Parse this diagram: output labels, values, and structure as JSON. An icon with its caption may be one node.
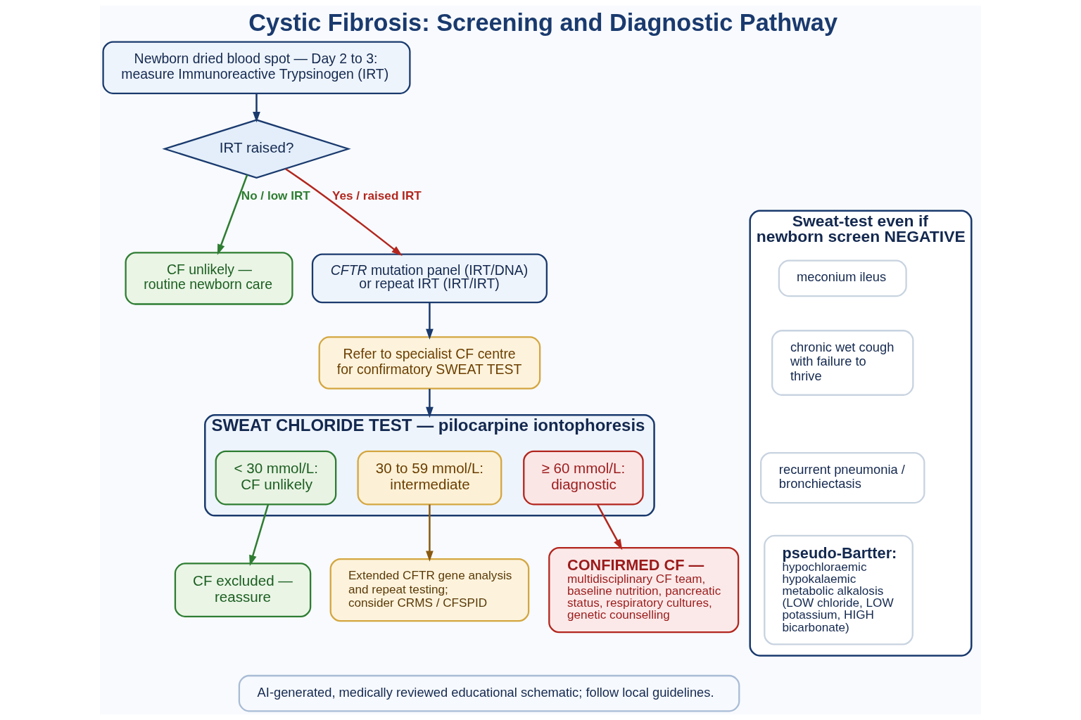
{
  "diagram": {
    "title": "Cystic Fibrosis: Screening and Diagnostic Pathway",
    "nodes": [
      {
        "text": [
          "Newborn dried blood spot — Day 2 to 3: measure Immunoreactive Trypsinogen (IRT)"
        ]
      },
      {
        "text": [
          "IRT raised?"
        ]
      },
      {
        "text": [
          "CF unlikely — routine newborn care"
        ]
      },
      {
        "text": [
          "*CFTR* mutation panel (IRT/DNA) or repeat IRT (IRT/IRT)"
        ]
      },
      {
        "text": [
          "Refer to specialist CF centre for confirmatory SWEAT TEST"
        ]
      },
      {
        "text": [
          "SWEAT CHLORIDE TEST — pilocarpine iontophoresis"
        ]
      },
      {
        "text": [
          "< 30 mmol/L: CF unlikely"
        ],
        "in": 5
      },
      {
        "text": [
          "30 to 59 mmol/L: intermediate"
        ],
        "in": 5
      },
      {
        "text": [
          "≥ 60 mmol/L: diagnostic"
        ],
        "in": 5
      },
      {
        "text": [
          "CF excluded — reassure"
        ]
      },
      {
        "text": [
          "Extended CFTR gene analysis and repeat testing; consider CRMS / CFSPID"
        ]
      },
      {
        "text": [
          "CONFIRMED CF —",
          "multidisciplinary CF team, baseline nutrition, pancreatic status, respiratory cultures, genetic counselling"
        ]
      },
      {
        "text": [
          "Sweat-test even if newborn screen NEGATIVE"
        ]
      },
      {
        "text": [
          "meconium ileus"
        ],
        "in": 12
      },
      {
        "text": [
          "chronic wet cough with failure to thrive"
        ],
        "in": 12
      },
      {
        "text": [
          "recurrent pneumonia / bronchiectasis"
        ],
        "in": 12
      },
      {
        "text": [
          "pseudo-Bartter:",
          "hypochloraemic hypokalaemic metabolic alkalosis (LOW chloride, LOW potassium, HIGH bicarbonate)"
        ],
        "in": 12
      },
      {
        "text": [
          "AI-generated, medically reviewed educational schematic; follow local guidelines."
        ]
      }
    ],
    "edges": [
      {
        "from": 0,
        "to": 1,
        "arrow": "to"
      },
      {
        "from": 1,
        "to": 2,
        "arrow": "to",
        "label": "No / low IRT",
        "color": "#2e7d32"
      },
      {
        "from": 1,
        "to": 3,
        "arrow": "to",
        "label": "Yes / raised IRT",
        "color": "#b3261e"
      },
      {
        "from": 3,
        "to": 4,
        "arrow": "to"
      },
      {
        "from": 4,
        "to": 5,
        "arrow": "to"
      },
      {
        "from": 6,
        "to": 9,
        "arrow": "to",
        "color": "#2e7d32"
      },
      {
        "from": 7,
        "to": 10,
        "arrow": "to",
        "color": "#8a5a12"
      },
      {
        "from": 8,
        "to": 11,
        "arrow": "to",
        "color": "#b3261e"
      }
    ]
  }
}
